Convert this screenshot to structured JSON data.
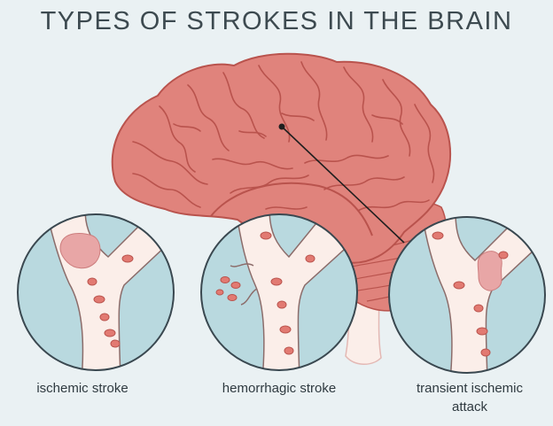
{
  "title": "TYPES OF STROKES IN THE BRAIN",
  "panels": [
    {
      "label": "ischemic stroke"
    },
    {
      "label": "hemorrhagic stroke"
    },
    {
      "label_line1": "transient ischemic",
      "label_line2": "attack"
    }
  ],
  "colors": {
    "background": "#eaf1f3",
    "brain": "#e0837c",
    "brain_dark": "#b9534d",
    "vessel_fill": "#fbeee9",
    "cell": "#e27a72",
    "clot": "#e8a6a6",
    "circle_bg": "#b9d9df"
  }
}
